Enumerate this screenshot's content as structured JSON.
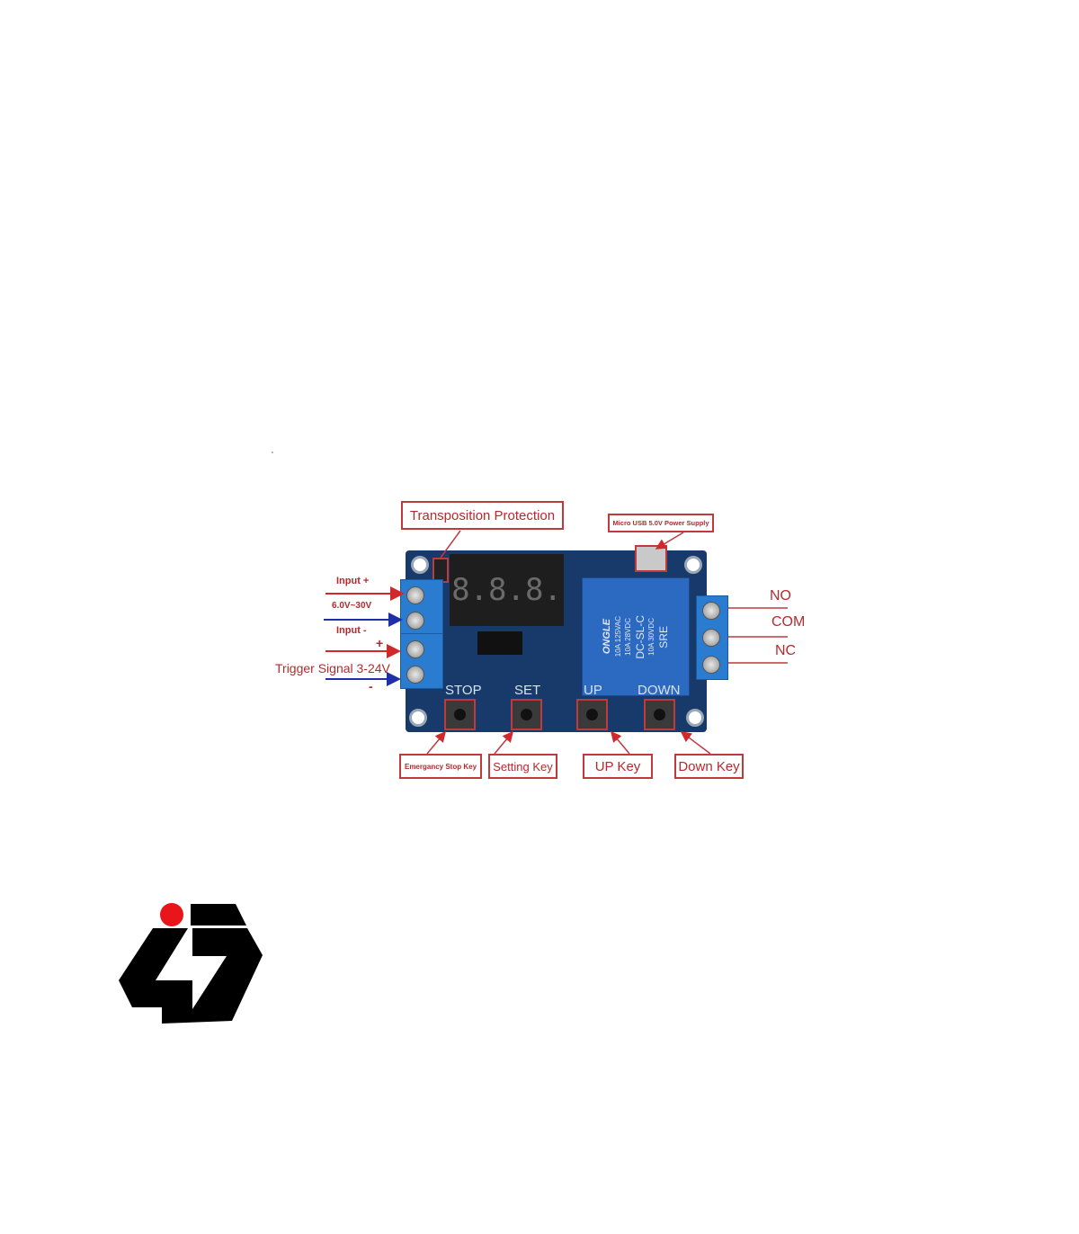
{
  "diagram": {
    "callouts": {
      "transposition_protection": "Transposition Protection",
      "micro_usb": "Micro USB 5.0V Power Supply",
      "emergency_stop": "Emergancy Stop Key",
      "setting_key": "Setting Key",
      "up_key": "UP Key",
      "down_key": "Down Key"
    },
    "left_labels": {
      "input_plus": "Input +",
      "voltage_range": "6.0V~30V",
      "input_minus": "Input -",
      "plus_sign": "+",
      "trigger_signal": "Trigger Signal 3-24V",
      "minus_sign": "-"
    },
    "relay_labels": {
      "no": "NO",
      "com": "COM",
      "nc": "NC"
    },
    "board_silkscreen": {
      "stop": "STOP",
      "set": "SET",
      "up": "UP",
      "down": "DOWN",
      "display_digits": [
        "8.",
        "8.",
        "8."
      ],
      "relay_text": [
        "ONGLE",
        "10A 125VAC",
        "10A 28VDC",
        "DC-SL-C",
        "10A 30VDC",
        "SRE"
      ]
    }
  },
  "colors": {
    "callout_red": "#c0393b",
    "arrow_blue": "#1f2fa8",
    "pcb_blue": "#173a6a",
    "logo_red": "#e8151b"
  }
}
